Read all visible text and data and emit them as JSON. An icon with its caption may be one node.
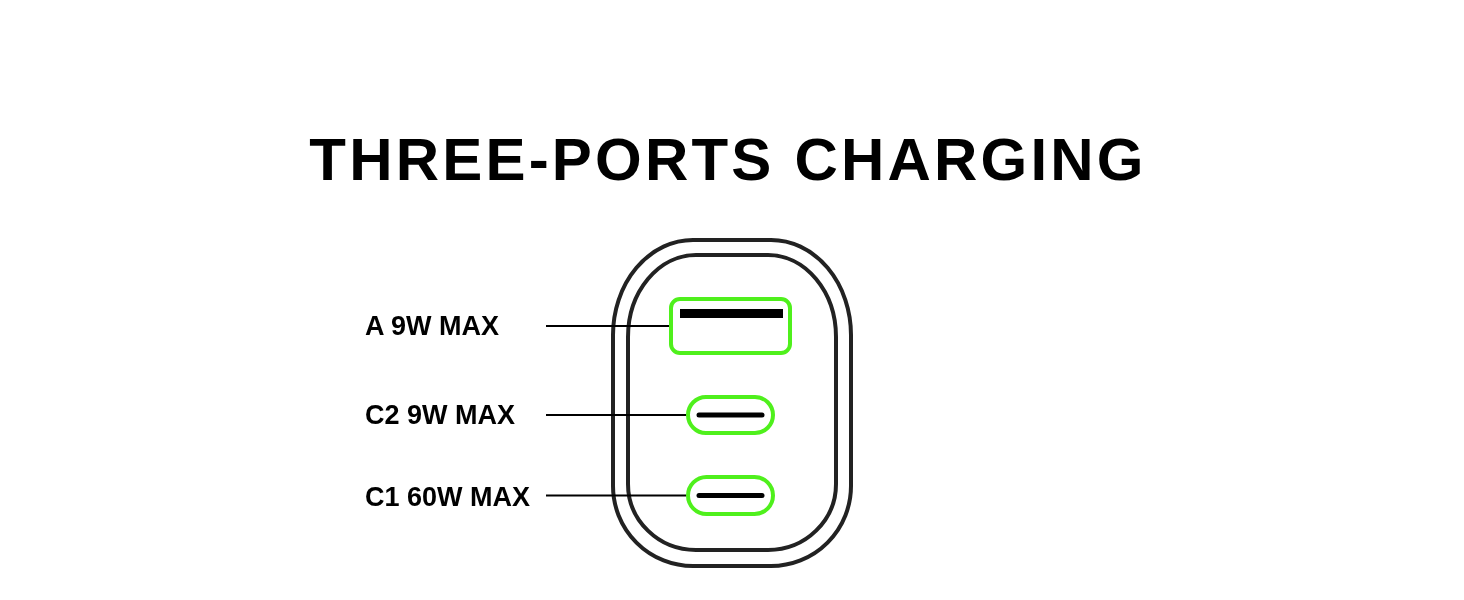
{
  "diagram": {
    "title": "THREE-PORTS CHARGING",
    "nodes": [
      {
        "text": [
          "A 9W MAX"
        ]
      },
      {
        "text": [],
        "shape": "box"
      },
      {
        "text": [
          "C2 9W MAX"
        ]
      },
      {
        "text": [],
        "shape": "pill"
      },
      {
        "text": [
          "C1 60W MAX"
        ]
      },
      {
        "text": [],
        "shape": "pill"
      }
    ],
    "edges": [
      {
        "from": 0,
        "to": 1,
        "arrow": "none"
      },
      {
        "from": 2,
        "to": 3,
        "arrow": "none"
      },
      {
        "from": 4,
        "to": 5,
        "arrow": "none"
      }
    ]
  }
}
